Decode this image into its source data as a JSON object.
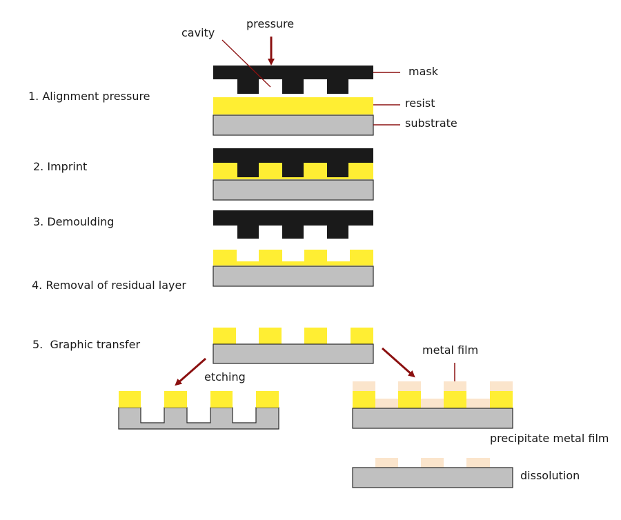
{
  "labels": {
    "cavity": "cavity",
    "pressure": "pressure",
    "mask": "mask",
    "resist": "resist",
    "substrate": "substrate",
    "etching": "etching",
    "metal_film": "metal film",
    "precipitate_metal_film": "precipitate metal film",
    "dissolution": "dissolution"
  },
  "steps": [
    "1. Alignment pressure",
    "2. Imprint",
    "3. Demoulding",
    "4. Removal of residual layer",
    "5.  Graphic transfer"
  ],
  "colors": {
    "mask": "#1a1a1a",
    "resist": "#ffee33",
    "substrate": "#c0c0c0",
    "metal_film": "#fbe5cc",
    "arrow": "#8b1010",
    "leader": "#8b1010"
  }
}
